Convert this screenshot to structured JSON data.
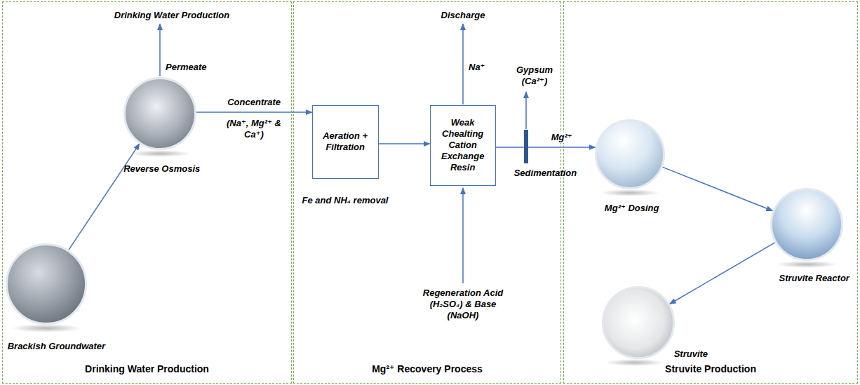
{
  "diagram": {
    "nodes": [
      {
        "text": [
          "Drinking Water Production"
        ]
      },
      {
        "text": [
          "Brackish Groundwater"
        ],
        "in": 0
      },
      {
        "text": [
          "Reverse Osmosis"
        ],
        "in": 0
      },
      {
        "text": [
          "Mg²⁺ Recovery Process"
        ]
      },
      {
        "text": [
          "Aeration + Filtration"
        ],
        "in": 3
      },
      {
        "text": [
          "Weak Chealting Cation Exchange Resin"
        ],
        "in": 3
      },
      {
        "text": [
          "Sedimentation"
        ],
        "in": 3
      },
      {
        "text": [
          "Struvite Production"
        ]
      },
      {
        "text": [
          "Mg²⁺ Dosing"
        ],
        "in": 7
      },
      {
        "text": [
          "Struvite Reactor"
        ],
        "in": 7
      },
      {
        "text": [
          "Struvite"
        ],
        "in": 7
      }
    ],
    "edges": [
      {
        "from": 1,
        "to": 2,
        "arrow": "to"
      },
      {
        "from": 2,
        "to": 4,
        "label": "Concentrate",
        "arrow": "to"
      },
      {
        "from": 4,
        "to": 5,
        "arrow": "to"
      },
      {
        "from": 5,
        "to": 6,
        "arrow": "none"
      },
      {
        "from": 6,
        "to": 8,
        "label": "Mg²⁺",
        "arrow": "to"
      },
      {
        "from": 8,
        "to": 9,
        "arrow": "to"
      },
      {
        "from": 9,
        "to": 10,
        "arrow": "to"
      }
    ],
    "labels": [
      "Drinking Water Production",
      "Permeate",
      "(Na⁺, Mg²⁺ & Ca⁺)",
      "Fe and NH₄ removal",
      "Discharge",
      "Na⁺",
      "Gypsum (Ca²⁺)",
      "Regeneration Acid (H₂SO₄) & Base (NaOH)"
    ]
  }
}
